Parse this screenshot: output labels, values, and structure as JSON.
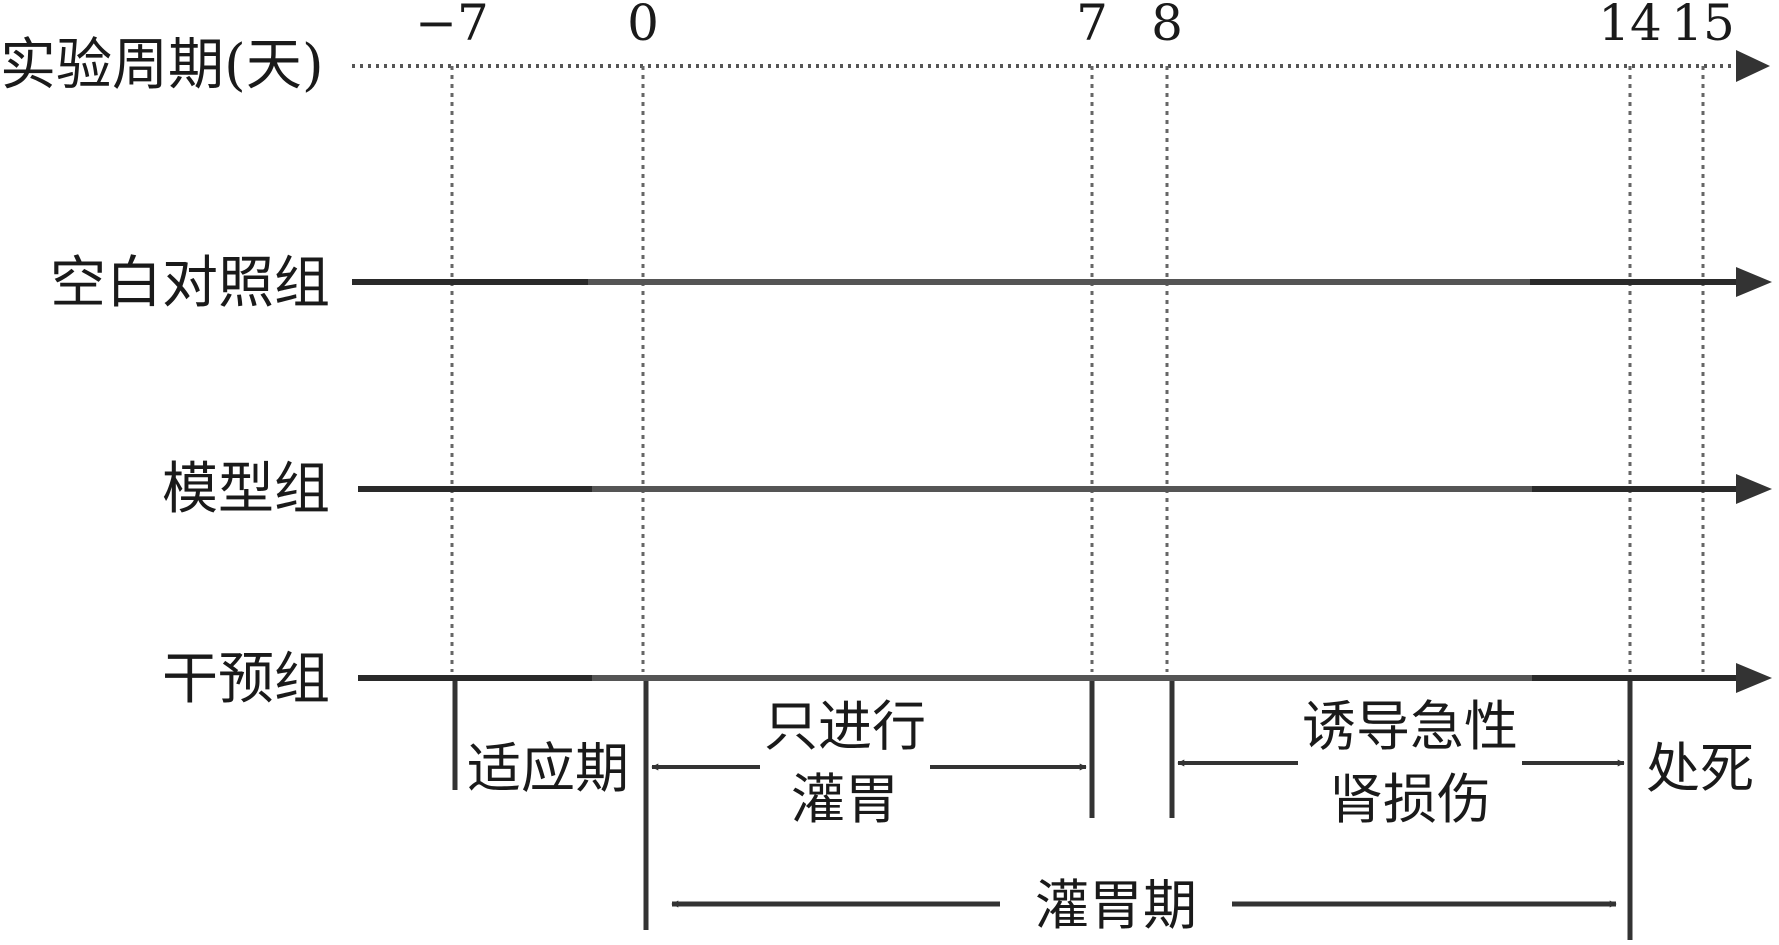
{
  "axis_title": "实验周期(天)",
  "ticks": [
    {
      "day": -7,
      "label": "−7"
    },
    {
      "day": 0,
      "label": "0"
    },
    {
      "day": 7,
      "label": "7"
    },
    {
      "day": 8,
      "label": "8"
    },
    {
      "day": 14,
      "label": "14"
    },
    {
      "day": 15,
      "label": "15"
    }
  ],
  "groups": [
    "空白对照组",
    "模型组",
    "干预组"
  ],
  "phases": {
    "adaptation": "适应期",
    "gavage_only_line1": "只进行",
    "gavage_only_line2": "灌胃",
    "induce_line1": "诱导急性",
    "induce_line2": "肾损伤",
    "sacrifice": "处死",
    "gavage_period": "灌胃期"
  }
}
